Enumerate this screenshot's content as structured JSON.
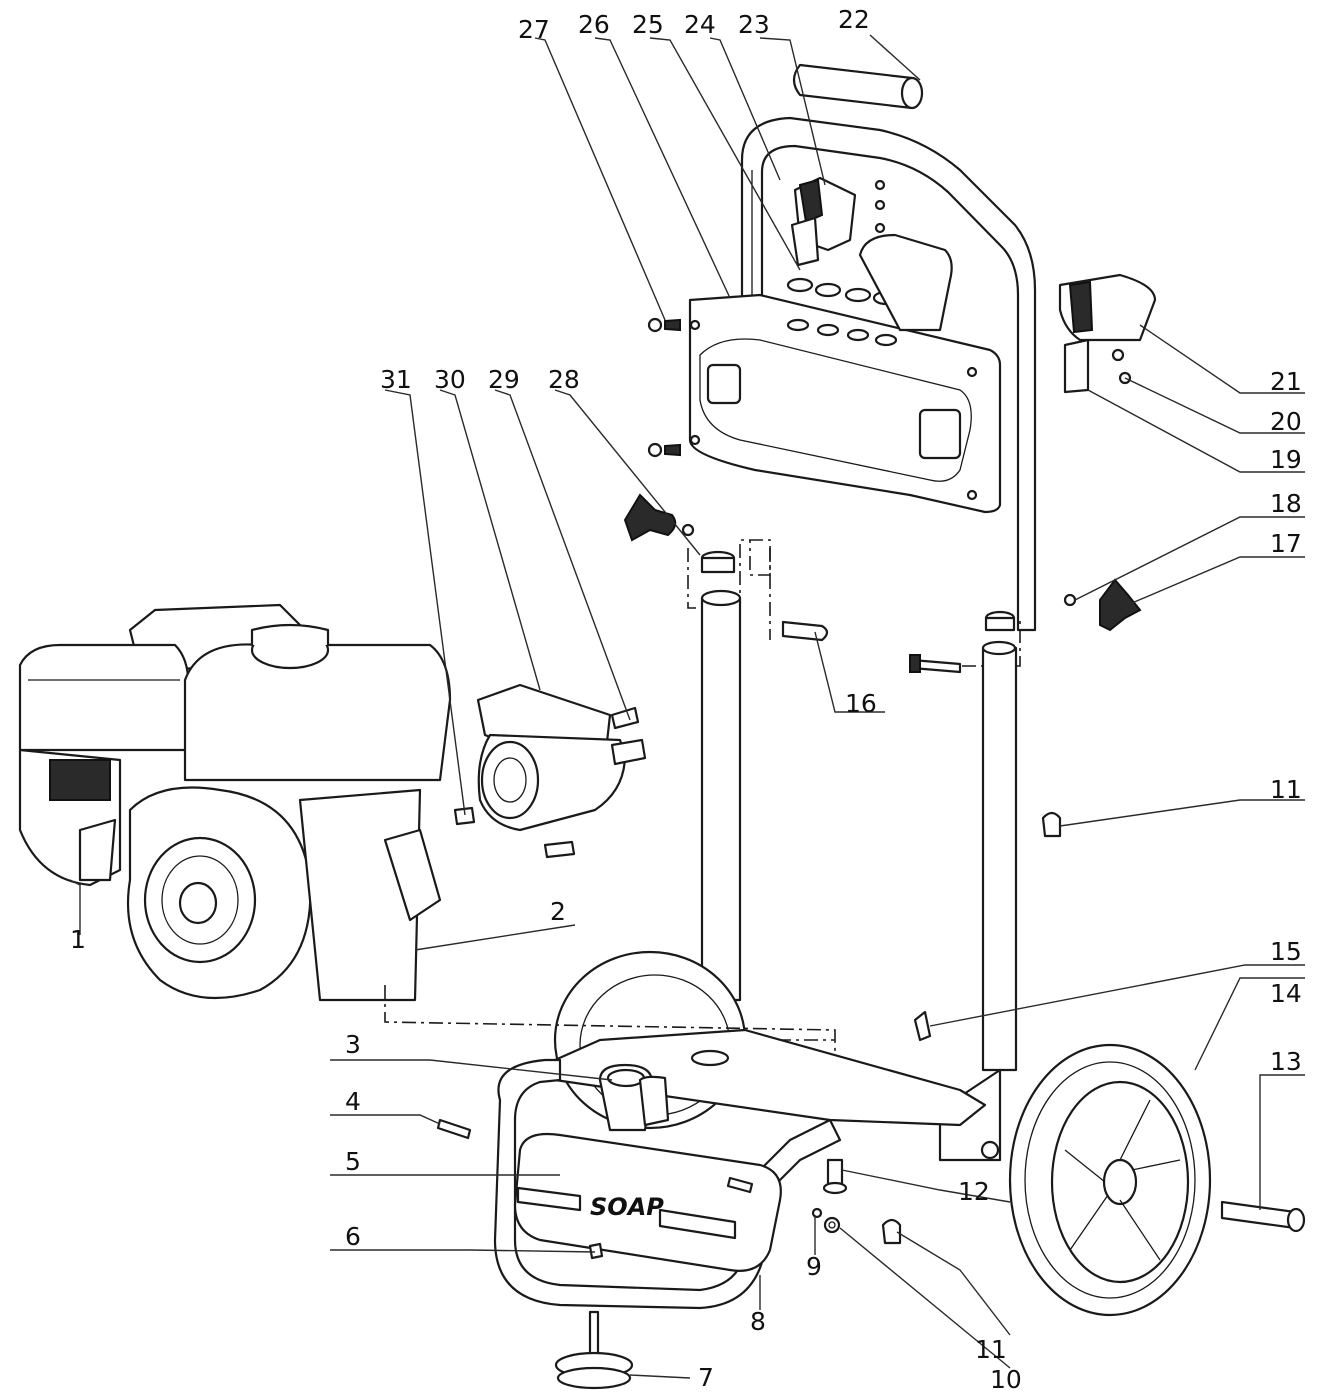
{
  "decal": {
    "soap": "SOAP"
  },
  "callouts": [
    {
      "id": "1",
      "text": "1"
    },
    {
      "id": "2",
      "text": "2"
    },
    {
      "id": "3",
      "text": "3"
    },
    {
      "id": "4",
      "text": "4"
    },
    {
      "id": "5",
      "text": "5"
    },
    {
      "id": "6",
      "text": "6"
    },
    {
      "id": "7",
      "text": "7"
    },
    {
      "id": "8",
      "text": "8"
    },
    {
      "id": "9",
      "text": "9"
    },
    {
      "id": "10",
      "text": "10"
    },
    {
      "id": "11a",
      "text": "11"
    },
    {
      "id": "11b",
      "text": "11"
    },
    {
      "id": "12",
      "text": "12"
    },
    {
      "id": "13",
      "text": "13"
    },
    {
      "id": "14",
      "text": "14"
    },
    {
      "id": "15",
      "text": "15"
    },
    {
      "id": "16",
      "text": "16"
    },
    {
      "id": "17",
      "text": "17"
    },
    {
      "id": "18",
      "text": "18"
    },
    {
      "id": "19",
      "text": "19"
    },
    {
      "id": "20",
      "text": "20"
    },
    {
      "id": "21",
      "text": "21"
    },
    {
      "id": "22",
      "text": "22"
    },
    {
      "id": "23",
      "text": "23"
    },
    {
      "id": "24",
      "text": "24"
    },
    {
      "id": "25",
      "text": "25"
    },
    {
      "id": "26",
      "text": "26"
    },
    {
      "id": "27",
      "text": "27"
    },
    {
      "id": "28",
      "text": "28"
    },
    {
      "id": "29",
      "text": "29"
    },
    {
      "id": "30",
      "text": "30"
    },
    {
      "id": "31",
      "text": "31"
    }
  ]
}
